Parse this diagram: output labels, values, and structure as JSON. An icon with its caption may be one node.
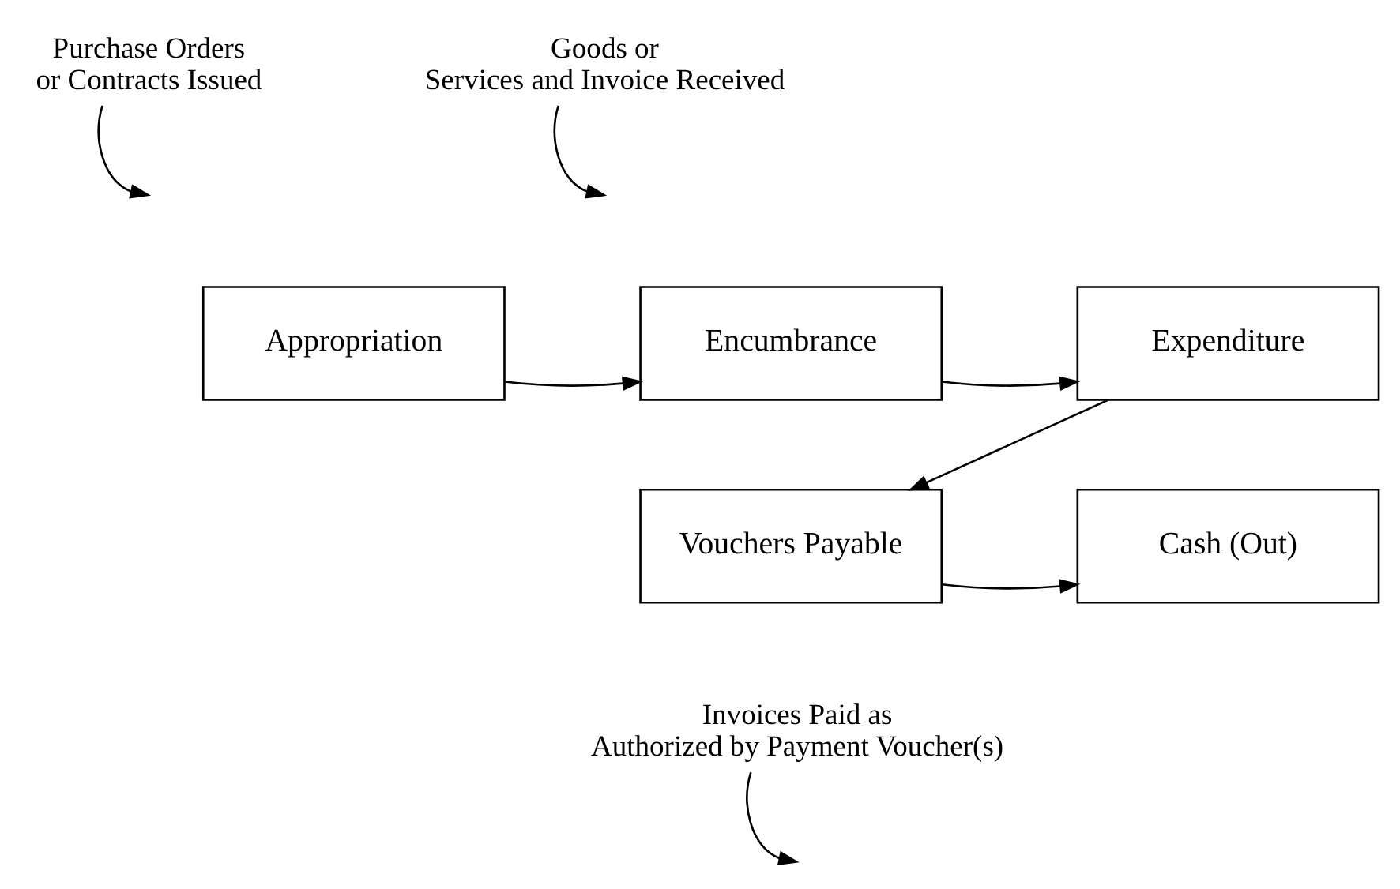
{
  "diagram": {
    "nodes": [
      {
        "text": [
          "Appropriation"
        ]
      },
      {
        "text": [
          "Encumbrance"
        ]
      },
      {
        "text": [
          "Expenditure"
        ]
      },
      {
        "text": [
          "Vouchers Payable"
        ]
      },
      {
        "text": [
          "Cash (Out)"
        ]
      },
      {
        "text": [
          "Purchase Orders or Contracts Issued"
        ]
      },
      {
        "text": [
          "Goods or Services and Invoice Received"
        ]
      },
      {
        "text": [
          "Invoices Paid as Authorized by Payment Voucher(s)"
        ]
      }
    ],
    "edges": [
      {
        "from": 0,
        "to": 1,
        "arrow": "to"
      },
      {
        "from": 1,
        "to": 2,
        "arrow": "to"
      },
      {
        "from": 2,
        "to": 3,
        "arrow": "to"
      },
      {
        "from": 3,
        "to": 4,
        "arrow": "to"
      },
      {
        "from": 5,
        "to": null,
        "arrow": "to"
      },
      {
        "from": 6,
        "to": null,
        "arrow": "to"
      },
      {
        "from": 7,
        "to": null,
        "arrow": "to"
      }
    ]
  }
}
